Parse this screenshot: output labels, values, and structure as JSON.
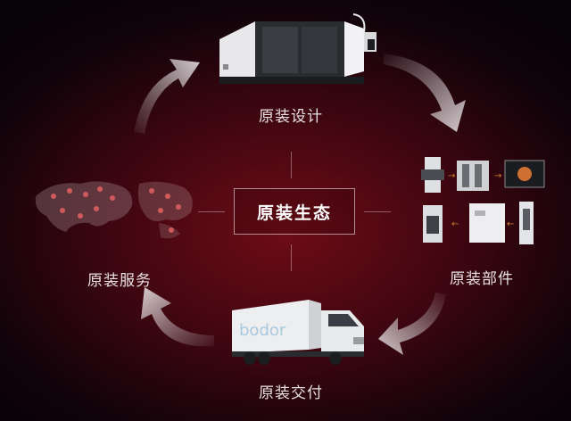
{
  "center": {
    "title": "原装生态"
  },
  "nodes": {
    "design": {
      "label": "原装设计"
    },
    "parts": {
      "label": "原装部件"
    },
    "delivery": {
      "label": "原装交付"
    },
    "service": {
      "label": "原装服务"
    }
  },
  "truck": {
    "brand": "bodor"
  },
  "colors": {
    "accent": "#6e0c16",
    "arrow": "#cfc9cc",
    "text": "#e9e2e4"
  }
}
